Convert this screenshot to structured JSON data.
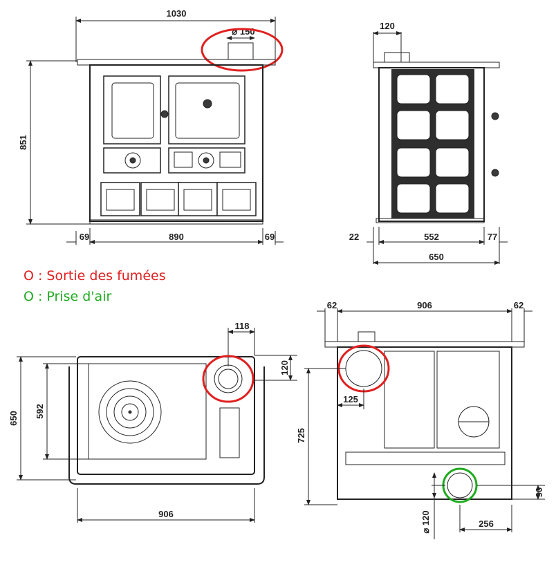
{
  "legend": {
    "smoke_outlet": "O : Sortie des fumées",
    "air_intake": "O : Prise d'air",
    "smoke_color": "#e02020",
    "air_color": "#1faa1f"
  },
  "front_view": {
    "overall_width": "1030",
    "height": "851",
    "flue_diameter": "⌀ 150",
    "left_margin": "69",
    "inner_width": "890",
    "right_margin": "69"
  },
  "side_view": {
    "flue_offset": "120",
    "rear_offset": "22",
    "body_depth": "552",
    "front_offset": "77",
    "overall_depth": "650"
  },
  "top_view": {
    "flue_x": "118",
    "flue_y": "120",
    "overall_depth": "650",
    "inner_depth": "592",
    "width": "906"
  },
  "rear_view": {
    "left_margin": "62",
    "width": "906",
    "right_margin": "62",
    "flue_offset": "125",
    "flue_height": "725",
    "air_diameter": "⌀ 120",
    "air_height": "90",
    "air_offset": "256"
  }
}
